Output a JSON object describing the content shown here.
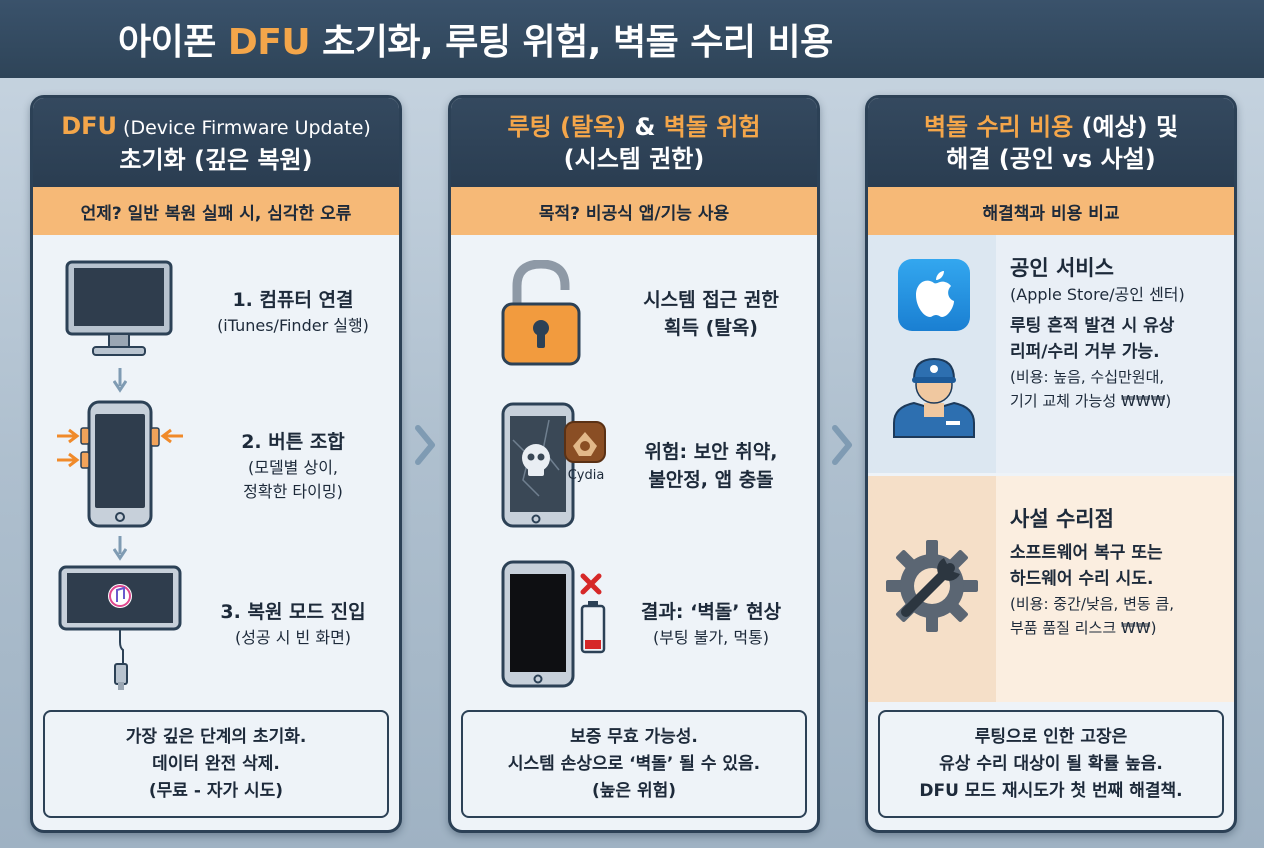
{
  "title": {
    "prefix": "아이폰 ",
    "accent": "DFU",
    "rest": " 초기화, 루팅 위험, 벽돌 수리 비용"
  },
  "panel1": {
    "head_accent": "DFU",
    "head_small": " (Device Firmware Update)",
    "head_line2": "초기화 (깊은 복원)",
    "subhead": "언제? 일반 복원 실패 시, 심각한 오류",
    "steps": [
      {
        "main": "1. 컴퓨터 연결",
        "sub": "(iTunes/Finder 실행)"
      },
      {
        "main": "2. 버튼 조합",
        "sub1": "(모델별 상이,",
        "sub2": "정확한 타이밍)"
      },
      {
        "main": "3. 복원 모드 진입",
        "sub": "(성공 시 빈 화면)"
      }
    ],
    "footer": [
      "가장 깊은 단계의 초기화.",
      "데이터 완전 삭제.",
      "(무료 - 자가 시도)"
    ]
  },
  "panel2": {
    "head_accent": "루팅 (탈옥)",
    "head_amp": " & ",
    "head_accent2": "벽돌 위험",
    "head_line2": "(시스템 권한)",
    "subhead": "목적? 비공식 앱/기능 사용",
    "steps": [
      {
        "main1": "시스템 접근 권한",
        "main2": "획득 (탈옥)"
      },
      {
        "main1": "위험: 보안 취약,",
        "main2": "불안정, 앱 충돌",
        "badge": "Cydia"
      },
      {
        "main1": "결과: ‘벽돌’ 현상",
        "sub": "(부팅 불가, 먹통)"
      }
    ],
    "footer": [
      "보증 무효 가능성.",
      "시스템 손상으로 ‘벽돌’ 될 수 있음.",
      "(높은 위험)"
    ]
  },
  "panel3": {
    "head_accent": "벽돌 수리 비용",
    "head_rest": " (예상) 및",
    "head_line2": "해결 (공인 vs 사설)",
    "subhead": "해결책과 비용 비교",
    "official": {
      "title": "공인 서비스",
      "sub": "(Apple Store/공인 센터)",
      "desc1": "루팅 흔적 발견 시 유상",
      "desc2": "리퍼/수리 거부 가능.",
      "note1": "(비용: 높음, 수십만원대,",
      "note2": "기기 교체 가능성 ₩₩₩)"
    },
    "private": {
      "title": "사설 수리점",
      "desc1": "소프트웨어 복구 또는",
      "desc2": "하드웨어 수리 시도.",
      "note1": "(비용: 중간/낮음, 변동 큼,",
      "note2": "부품 품질 리스크 ₩₩)"
    },
    "footer": [
      "루팅으로 인한 고장은",
      "유상 수리 대상이 될 확률 높음.",
      "DFU 모드 재시도가 첫 번째 해결책."
    ]
  },
  "colors": {
    "navy": "#2c4156",
    "orange": "#f4a64a",
    "subhead": "#f6b977",
    "arrow": "#7f9bb3"
  },
  "icons": [
    "monitor-icon",
    "phone-buttons-icon",
    "tablet-itunes-icon",
    "unlock-icon",
    "skull-phone-icon",
    "cydia-icon",
    "broken-phone-icon",
    "apple-icon",
    "technician-icon",
    "gear-wrench-icon",
    "chevron-right-icon"
  ]
}
